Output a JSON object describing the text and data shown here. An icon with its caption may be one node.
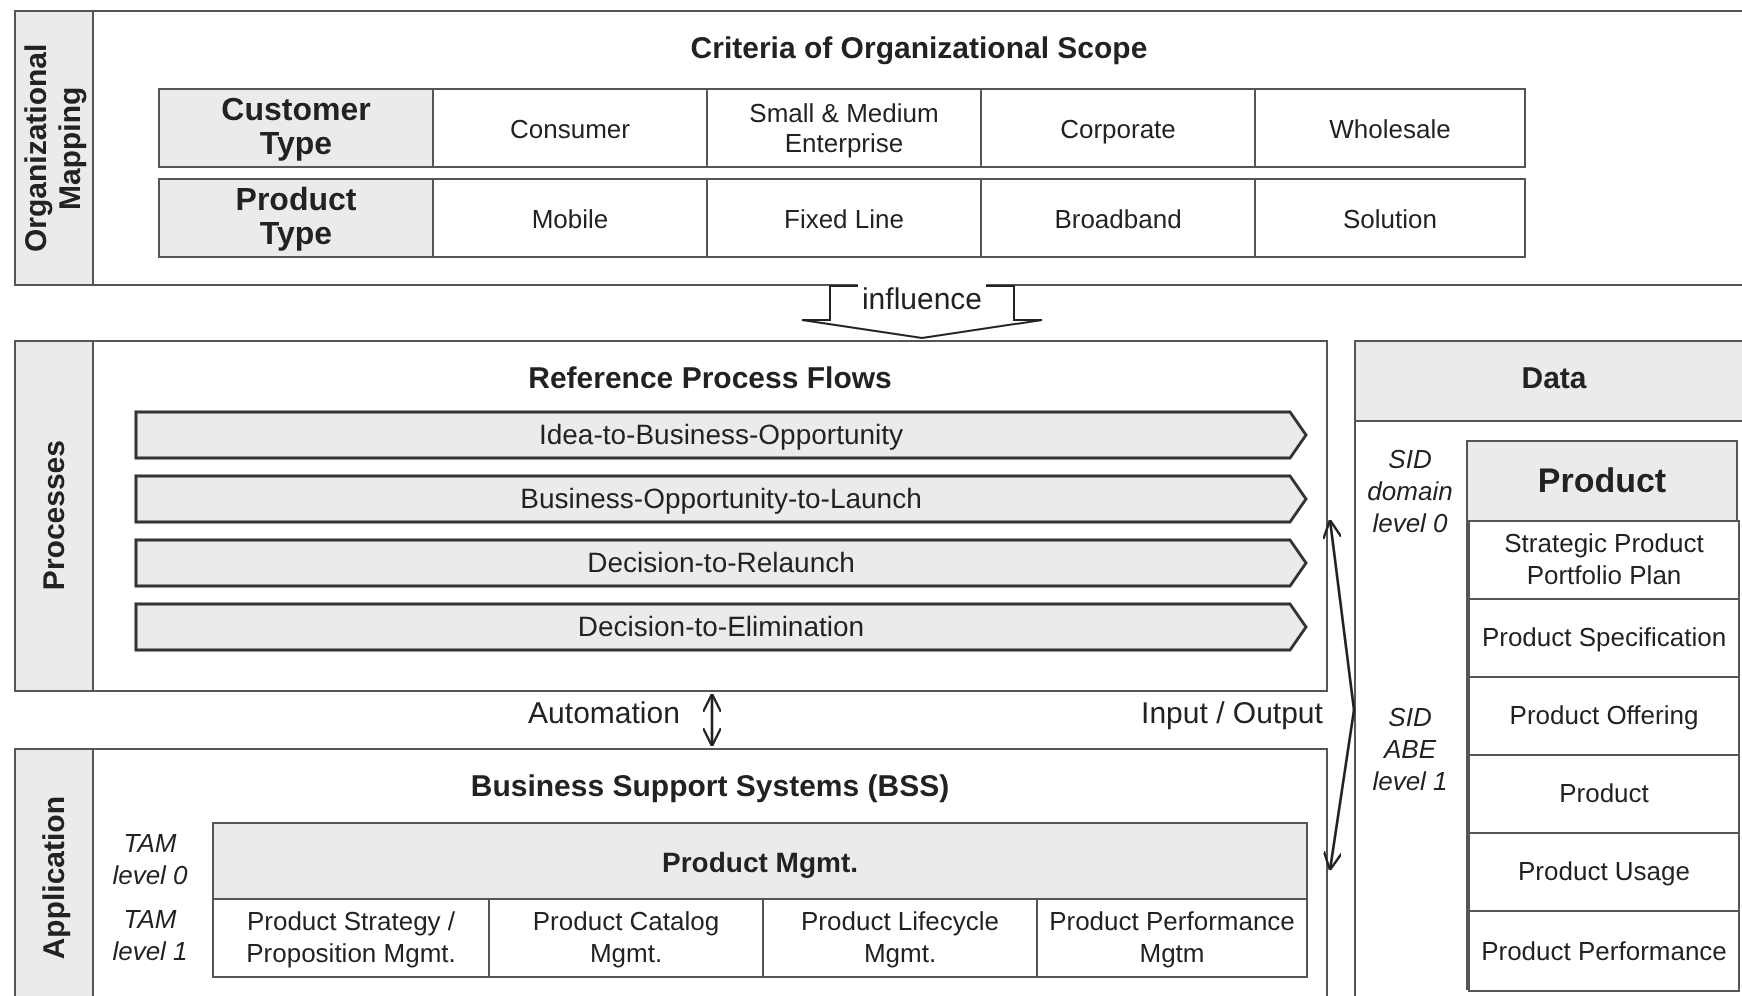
{
  "diagram": {
    "nodes": [
      {
        "text": [
          "Organizational Mapping",
          "Criteria of Organizational Scope"
        ]
      },
      {
        "text": [
          "Processes",
          "Reference Process Flows"
        ]
      },
      {
        "text": [
          "Idea-to-Business-Opportunity"
        ],
        "in": 1
      },
      {
        "text": [
          "Business-Opportunity-to-Launch"
        ],
        "in": 1
      },
      {
        "text": [
          "Decision-to-Relaunch"
        ],
        "in": 1
      },
      {
        "text": [
          "Decision-to-Elimination"
        ],
        "in": 1
      },
      {
        "text": [
          "Application",
          "Business Support Systems (BSS)"
        ]
      },
      {
        "text": [
          "Product Mgmt."
        ],
        "in": 6
      },
      {
        "text": [
          "Product Strategy / Proposition Mgmt."
        ],
        "in": 6
      },
      {
        "text": [
          "Product Catalog Mgmt."
        ],
        "in": 6
      },
      {
        "text": [
          "Product Lifecycle Mgmt."
        ],
        "in": 6
      },
      {
        "text": [
          "Product Performance Mgtm"
        ],
        "in": 6
      },
      {
        "text": [
          "Data"
        ]
      },
      {
        "text": [
          "Product"
        ],
        "in": 12
      },
      {
        "text": [
          "Strategic Product Portfolio Plan"
        ],
        "in": 13
      },
      {
        "text": [
          "Product Specification"
        ],
        "in": 13
      },
      {
        "text": [
          "Product Offering"
        ],
        "in": 13
      },
      {
        "text": [
          "Product"
        ],
        "in": 13
      },
      {
        "text": [
          "Product Usage"
        ],
        "in": 13
      },
      {
        "text": [
          "Product Performance"
        ],
        "in": 13
      }
    ],
    "edges": [
      {
        "from": 0,
        "to": 1,
        "arrow": "to",
        "label": "influence",
        "style": "thick"
      },
      {
        "from": 1,
        "to": 6,
        "arrow": "both",
        "label": "Automation"
      },
      {
        "from": 12,
        "to": 1,
        "arrow": "to",
        "label": "Input / Output"
      },
      {
        "from": 12,
        "to": 6,
        "arrow": "to"
      }
    ],
    "labels": [
      "Customer Type",
      "Consumer",
      "Small & Medium Enterprise",
      "Corporate",
      "Wholesale",
      "Product Type",
      "Mobile",
      "Fixed Line",
      "Broadband",
      "Solution",
      "TAM level 0",
      "TAM level 1",
      "SID domain level 0",
      "SID ABE level 1"
    ]
  }
}
